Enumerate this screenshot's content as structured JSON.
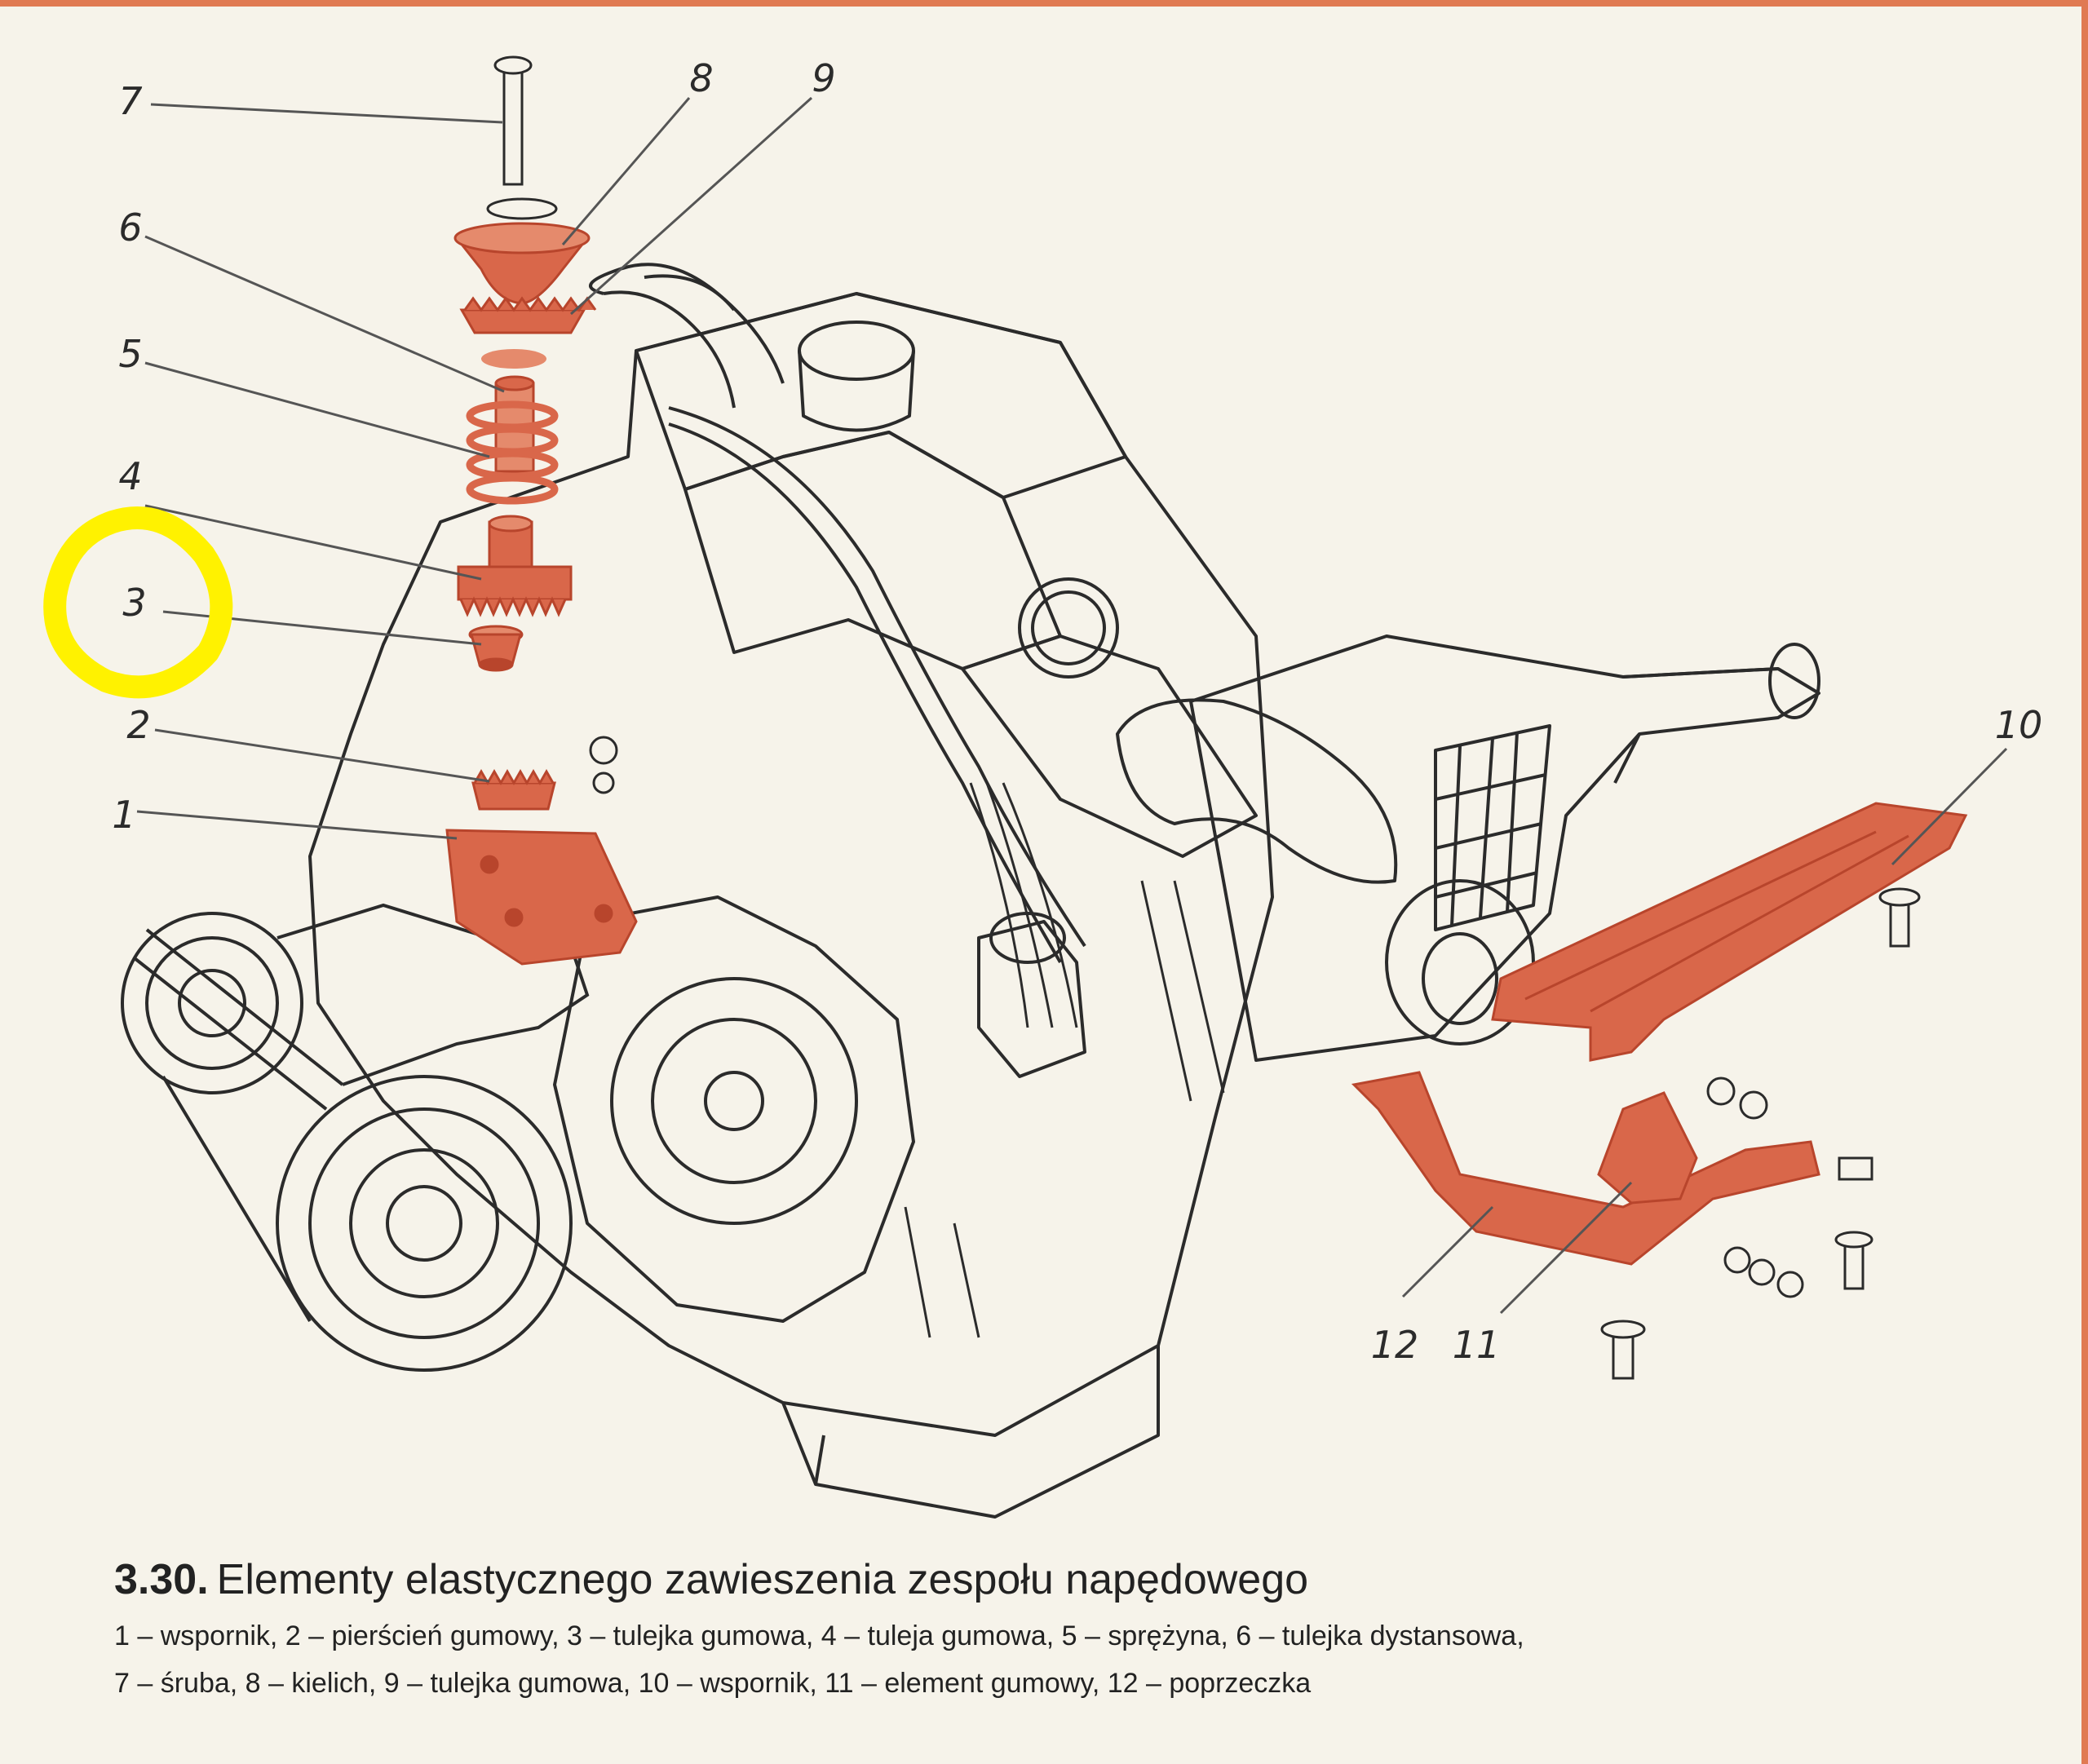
{
  "colors": {
    "paper": "#f6f3ea",
    "accent_part": "#d9674a",
    "accent_dark": "#b8452c",
    "line": "#2b2b2b",
    "highlight": "#fff200",
    "border": "#e07a52"
  },
  "callouts": [
    {
      "num": "1"
    },
    {
      "num": "2"
    },
    {
      "num": "3"
    },
    {
      "num": "4"
    },
    {
      "num": "5"
    },
    {
      "num": "6"
    },
    {
      "num": "7"
    },
    {
      "num": "8"
    },
    {
      "num": "9"
    },
    {
      "num": "10"
    },
    {
      "num": "11"
    },
    {
      "num": "12"
    }
  ],
  "caption": {
    "figure_number": "3.30.",
    "title": "Elementy elastycznego zawieszenia zespołu napędowego",
    "line1": "1 – wspornik, 2 – pierścień gumowy, 3 – tulejka gumowa, 4 – tuleja gumowa, 5 – sprężyna, 6 – tulejka dystansowa,",
    "line2": "7 – śruba, 8 – kielich, 9 – tulejka gumowa, 10 – wspornik, 11 – element gumowy, 12 – poprzeczka"
  },
  "annotation": {
    "type": "highlight-circle",
    "target_callout": "3"
  }
}
